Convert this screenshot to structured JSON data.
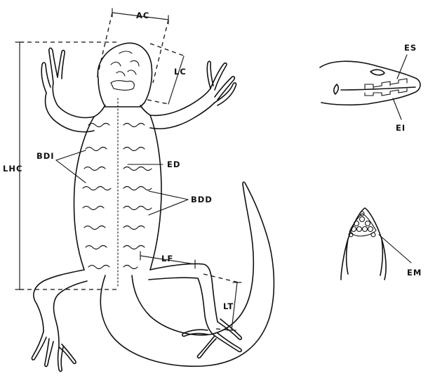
{
  "labels": {
    "ac": "AC",
    "lc": "LC",
    "lhc": "LHC",
    "bdi": "BDI",
    "ed": "ED",
    "bdd": "BDD",
    "lf": "LF",
    "lt": "LT",
    "es": "ES",
    "ei": "EI",
    "em": "EM"
  },
  "colors": {
    "ink": "#111111",
    "paper": "#ffffff"
  }
}
